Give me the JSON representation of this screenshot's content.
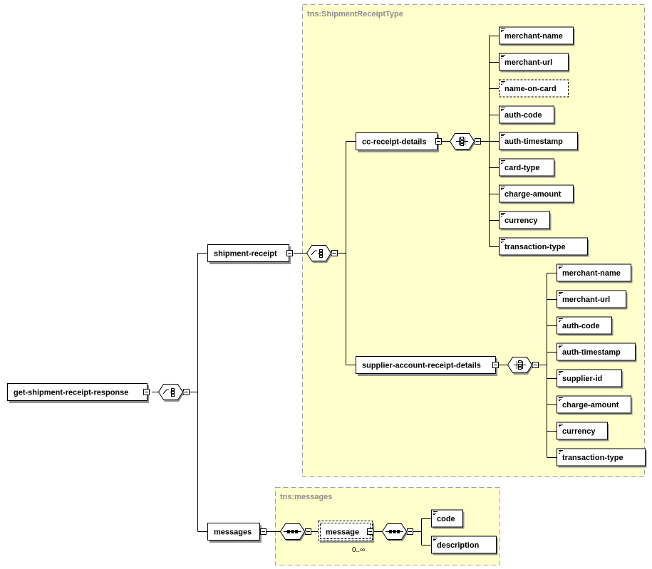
{
  "types": {
    "shipment_receipt_type": "tns:ShipmentReceiptType",
    "messages_type": "tns:messages"
  },
  "elements": {
    "root": "get-shipment-receipt-response",
    "shipment_receipt": "shipment-receipt",
    "cc_receipt_details": "cc-receipt-details",
    "supplier_account_receipt_details": "supplier-account-receipt-details",
    "messages": "messages",
    "message": "message",
    "message_occurrence": "0..∞"
  },
  "cc_children": [
    "merchant-name",
    "merchant-url",
    "name-on-card",
    "auth-code",
    "auth-timestamp",
    "card-type",
    "charge-amount",
    "currency",
    "transaction-type"
  ],
  "supplier_children": [
    "merchant-name",
    "merchant-url",
    "auth-code",
    "auth-timestamp",
    "supplier-id",
    "charge-amount",
    "currency",
    "transaction-type"
  ],
  "message_children": [
    "code",
    "description"
  ],
  "optional_elements": [
    "name-on-card"
  ],
  "compositors": {
    "root": "choice",
    "shipment_receipt": "choice",
    "cc_receipt_details": "all",
    "supplier_account_receipt_details": "all",
    "messages": "sequence",
    "message": "sequence"
  },
  "colors": {
    "type_background": "#ffffcc",
    "type_border": "#a0a0a0",
    "type_label": "#8c8c8c",
    "element_border": "#000000",
    "shadow": "#8f8f8f"
  }
}
